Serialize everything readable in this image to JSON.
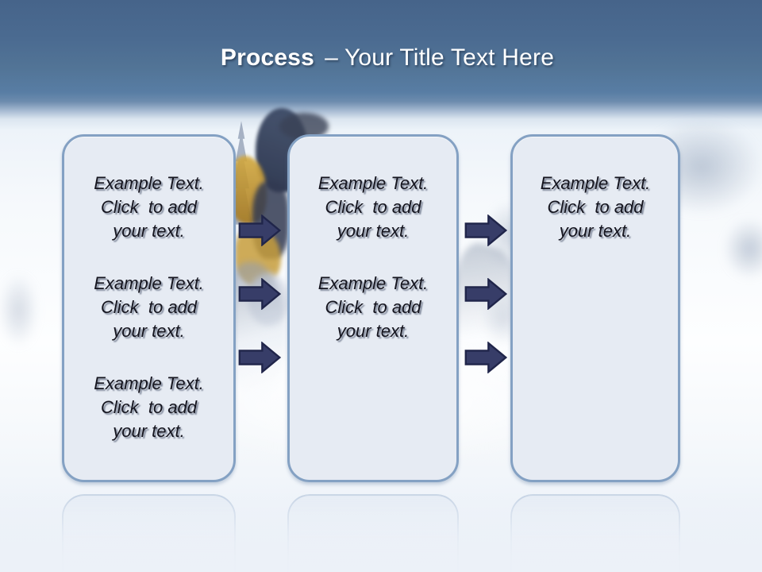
{
  "title": {
    "keyword": "Process",
    "rest": "– Your Title Text Here"
  },
  "boxes": [
    {
      "paragraphs": [
        "Example Text.\nClick  to add\nyour text.",
        "Example Text.\nClick  to add\nyour text.",
        "Example Text.\nClick  to add\nyour text."
      ]
    },
    {
      "paragraphs": [
        "Example Text.\nClick  to add\nyour text.",
        "Example Text.\nClick  to add\nyour text."
      ]
    },
    {
      "paragraphs": [
        "Example Text.\nClick  to add\nyour text."
      ]
    }
  ],
  "colors": {
    "header_top": "#46648a",
    "header_mid": "#587da4",
    "title_text": "#ffffff",
    "box_fill": "#e6ebf3",
    "box_border": "#84a1c3",
    "body_text": "#14141e",
    "arrow_fill": "#373d68",
    "arrow_outline": "#20254a"
  }
}
